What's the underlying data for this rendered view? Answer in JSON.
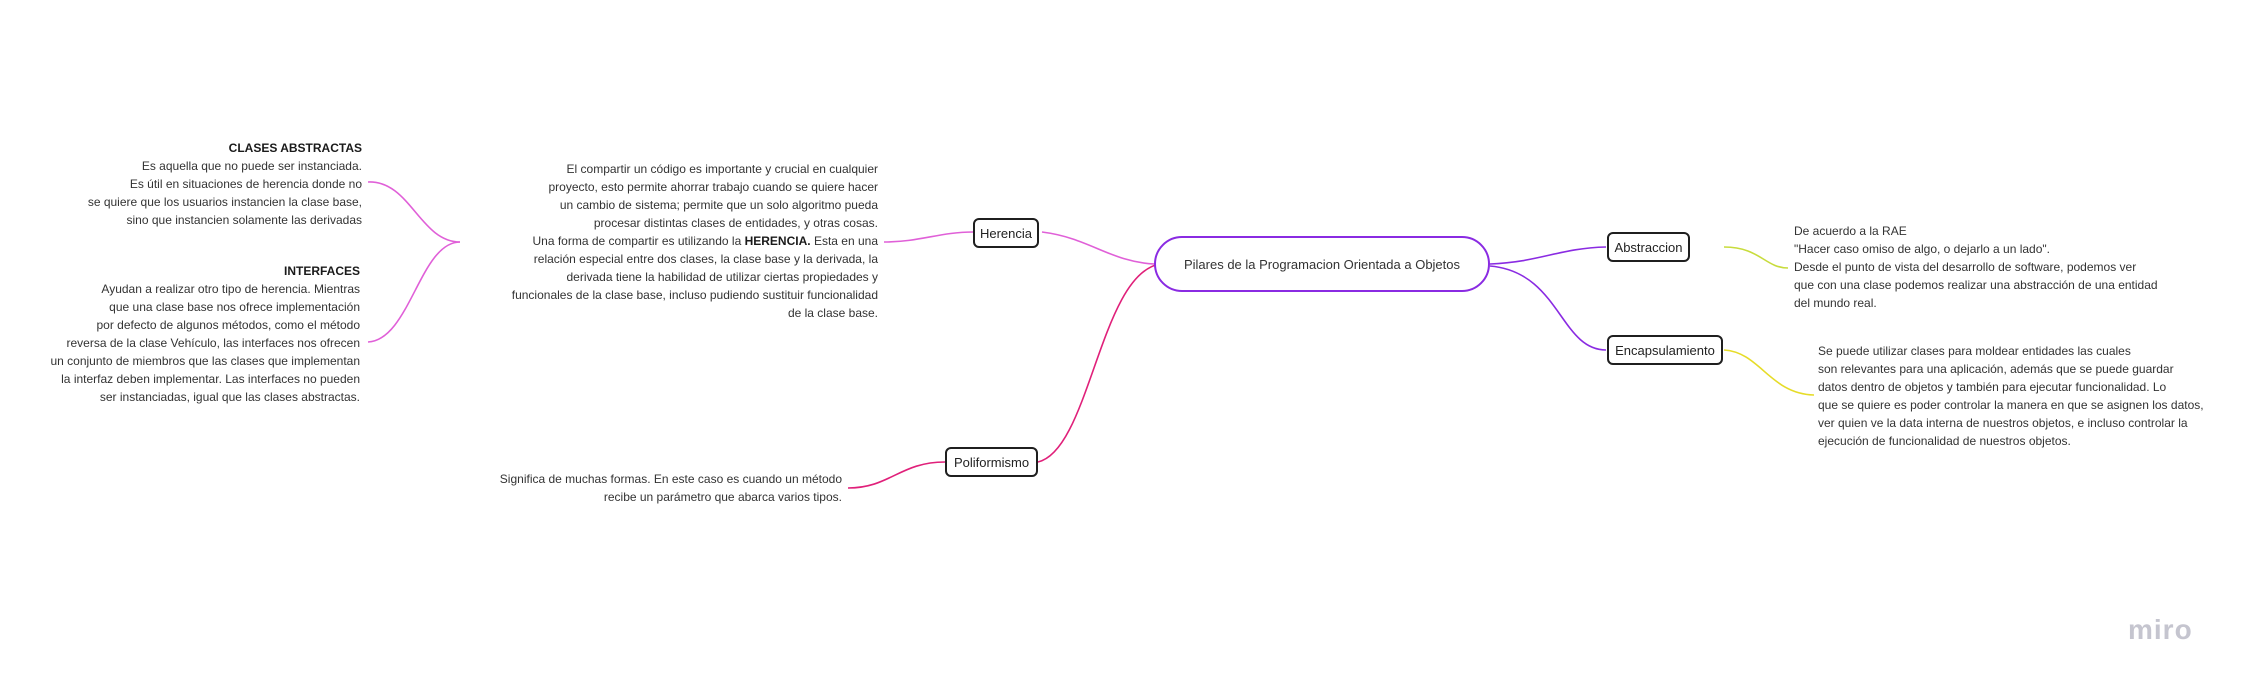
{
  "central": {
    "label": "Pilares de la Programacion Orientada a Objetos"
  },
  "branches": {
    "herencia": {
      "label": "Herencia"
    },
    "poliformismo": {
      "label": "Poliformismo"
    },
    "abstraccion": {
      "label": "Abstraccion"
    },
    "encapsulamiento": {
      "label": "Encapsulamiento"
    }
  },
  "notes": {
    "herencia": {
      "lines": [
        "El compartir un código es importante y crucial en cualquier",
        "proyecto, esto permite ahorrar trabajo cuando se quiere hacer",
        "un cambio de sistema; permite que un solo algoritmo pueda",
        "procesar distintas clases de entidades, y otras cosas."
      ],
      "line5_pre": "Una forma de compartir es utilizando la ",
      "line5_bold": "HERENCIA.",
      "line5_post": "  Esta en una",
      "lines_after": [
        "relación especial entre dos clases, la clase base y la derivada, la",
        "derivada tiene la habilidad de utilizar ciertas propiedades y",
        "funcionales de la clase base, incluso pudiendo sustituir funcionalidad",
        "de la clase base."
      ]
    },
    "clases_abstractas": {
      "title": "CLASES ABSTRACTAS",
      "lines": [
        "Es aquella que no puede ser instanciada.",
        "Es útil en situaciones de herencia donde no",
        "se quiere que los usuarios instancien la clase base,",
        "sino que instancien  solamente las derivadas"
      ]
    },
    "interfaces": {
      "title": "INTERFACES",
      "lines": [
        "Ayudan a realizar otro tipo de herencia. Mientras",
        "que una clase base nos ofrece implementación",
        "por defecto de algunos métodos, como el método",
        "reversa de la clase Vehículo, las interfaces nos ofrecen",
        "un conjunto de miembros que las clases que implementan",
        "la interfaz deben implementar. Las interfaces no pueden",
        "ser instanciadas, igual que las clases abstractas."
      ]
    },
    "poliformismo": {
      "lines": [
        "Significa de muchas formas. En este caso es cuando un método",
        "recibe un parámetro que abarca varios tipos."
      ]
    },
    "abstraccion": {
      "lines": [
        "De acuerdo a la RAE",
        "\"Hacer caso omiso de algo, o dejarlo a un lado\".",
        "Desde el punto de vista del desarrollo de software, podemos ver",
        "que con una clase podemos realizar una abstracción de una entidad",
        "del mundo real."
      ]
    },
    "encapsulamiento": {
      "lines": [
        "Se puede utilizar clases para moldear entidades las cuales",
        "son relevantes para una aplicación, además que se puede guardar",
        "datos dentro de objetos y también para ejecutar funcionalidad. Lo",
        "que se quiere es poder controlar la manera en que se asignen los datos,",
        "ver quien ve la data interna de nuestros objetos, e incluso controlar la",
        "ejecución de funcionalidad de nuestros objetos."
      ]
    }
  },
  "colors": {
    "central_border": "#8a2be2",
    "herencia_line": "#e060d8",
    "poliformismo_line": "#e0207a",
    "abstraccion_line": "#8a2be2",
    "encapsulamiento_line": "#8a2be2",
    "abstraccion_note_line": "#c8dc3c",
    "encapsulamiento_note_line": "#e6dc28"
  },
  "watermark": {
    "text": "miro"
  }
}
